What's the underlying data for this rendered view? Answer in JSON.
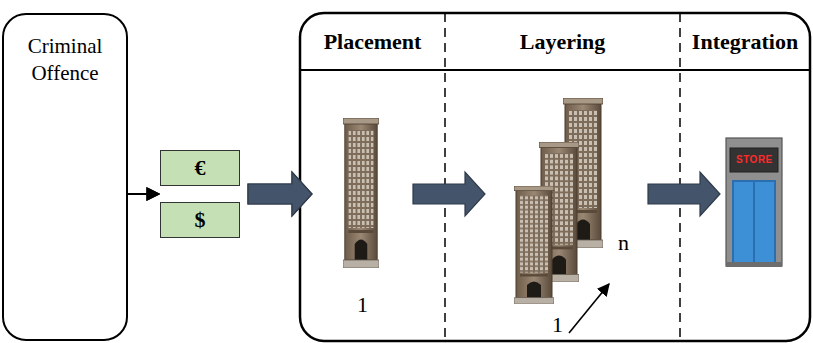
{
  "diagram": {
    "nodes": [
      {
        "text": [
          "Criminal Offence"
        ]
      },
      {
        "text": [
          "€"
        ]
      },
      {
        "text": [
          "$"
        ]
      },
      {
        "text": [
          "Placement"
        ]
      },
      {
        "text": [
          "Layering"
        ]
      },
      {
        "text": [
          "Integration"
        ]
      }
    ],
    "edges": [
      {
        "from": 0,
        "to": 1,
        "arrow": "to"
      },
      {
        "from": 0,
        "to": 2,
        "arrow": "to"
      },
      {
        "from": 1,
        "to": 3,
        "arrow": "to"
      },
      {
        "from": 2,
        "to": 3,
        "arrow": "to"
      },
      {
        "from": 3,
        "to": 4,
        "arrow": "to"
      },
      {
        "from": 4,
        "to": 5,
        "arrow": "to"
      }
    ],
    "labels": [
      "1",
      "n",
      "1",
      "STORE"
    ]
  }
}
